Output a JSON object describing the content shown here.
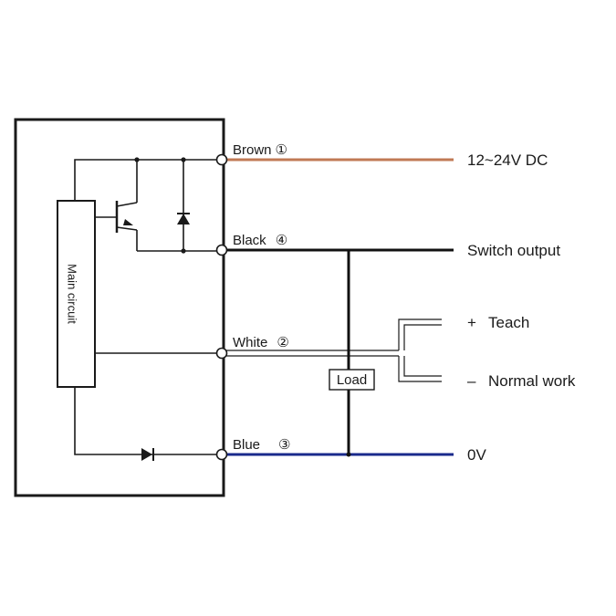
{
  "main_circuit_label": "Main circuit",
  "load_label": "Load",
  "wires": [
    {
      "name": "Brown",
      "number": "①",
      "function": "12~24V DC",
      "color": "#c07a55"
    },
    {
      "name": "Black",
      "number": "④",
      "function": "Switch output",
      "color": "#111111"
    },
    {
      "name": "White",
      "number": "②",
      "function": "",
      "color": "#ffffff"
    },
    {
      "name": "Blue",
      "number": "③",
      "function": "0V",
      "color": "#1a2a8c"
    }
  ],
  "teach_plus": {
    "sign": "+",
    "label": "Teach"
  },
  "teach_minus": {
    "sign": "–",
    "label": "Normal work"
  }
}
